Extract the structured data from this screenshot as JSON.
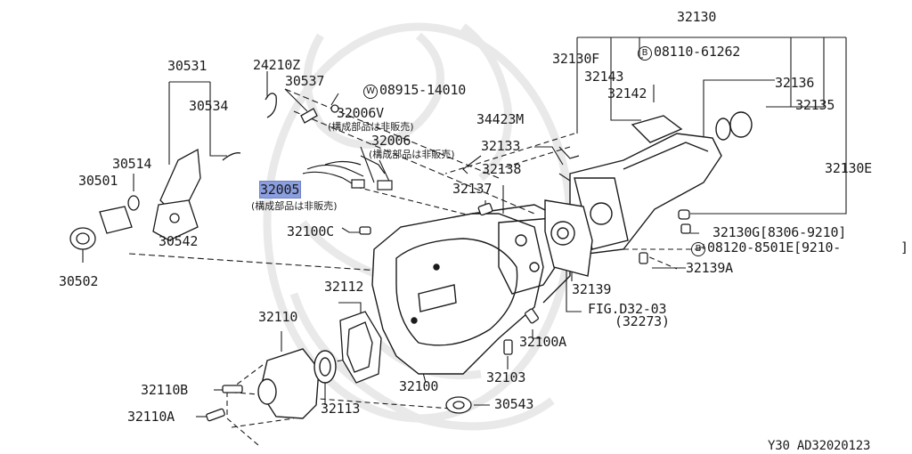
{
  "diagram": {
    "colors": {
      "line": "#1b1b1b",
      "highlight": "#8a9ee0",
      "watermark": "#e8e8e8"
    },
    "labels": {
      "p32130": "32130",
      "p32130F": "32130F",
      "p08110": "08110-61262",
      "p32143": "32143",
      "p32142": "32142",
      "p32136": "32136",
      "p32135": "32135",
      "p34423M": "34423M",
      "p32133": "32133",
      "p32130E": "32130E",
      "p32138": "32138",
      "p32137": "32137",
      "p32130G": "32130G[8306-9210]",
      "p08120": "08120-8501E[9210-",
      "p08120_close": "]",
      "p32139A": "32139A",
      "p32139": "32139",
      "pFIG": "FIG.D32-03",
      "pFIGsub": "(32273)",
      "p32100A": "32100A",
      "p32103": "32103",
      "p30543": "30543",
      "p32100": "32100",
      "p32113": "32113",
      "p32112": "32112",
      "p32110": "32110",
      "p32110B": "32110B",
      "p32110A": "32110A",
      "p32100C": "32100C",
      "p32005": "32005",
      "p32005note": "(構成部品は非販売)",
      "p32006": "32006",
      "p32006note": "(構成部品は非販売)",
      "p32006V": "32006V",
      "p32006Vnote": "(構成部品は非販売)",
      "p08915": "08915-14010",
      "p30537": "30537",
      "p24210Z": "24210Z",
      "p30531": "30531",
      "p30534": "30534",
      "p30514": "30514",
      "p30501": "30501",
      "p30542": "30542",
      "p30502": "30502",
      "circle_B": "B",
      "circle_W": "W"
    },
    "footer": "Y30  AD32020123"
  }
}
